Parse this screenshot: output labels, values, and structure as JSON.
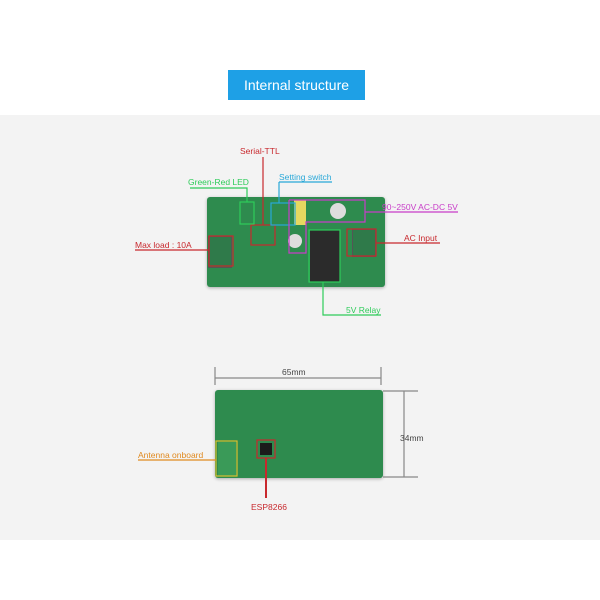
{
  "title": "Internal structure",
  "top_labels": {
    "serial": "Serial-TTL",
    "switch": "Setting switch",
    "led": "Green-Red LED",
    "power": "90~250V AC-DC 5V",
    "ac": "AC Input",
    "load": "Max load : 10A",
    "relay": "5V Relay"
  },
  "bottom_labels": {
    "width": "65mm",
    "height": "34mm",
    "antenna": "Antenna onboard",
    "chip": "ESP8266"
  },
  "colors": {
    "title_bg": "#1ea0e6",
    "red": "#c8282d",
    "green": "#2ecc5a",
    "cyan": "#29a8d8",
    "magenta": "#c83cc8",
    "orange": "#e08a20"
  }
}
